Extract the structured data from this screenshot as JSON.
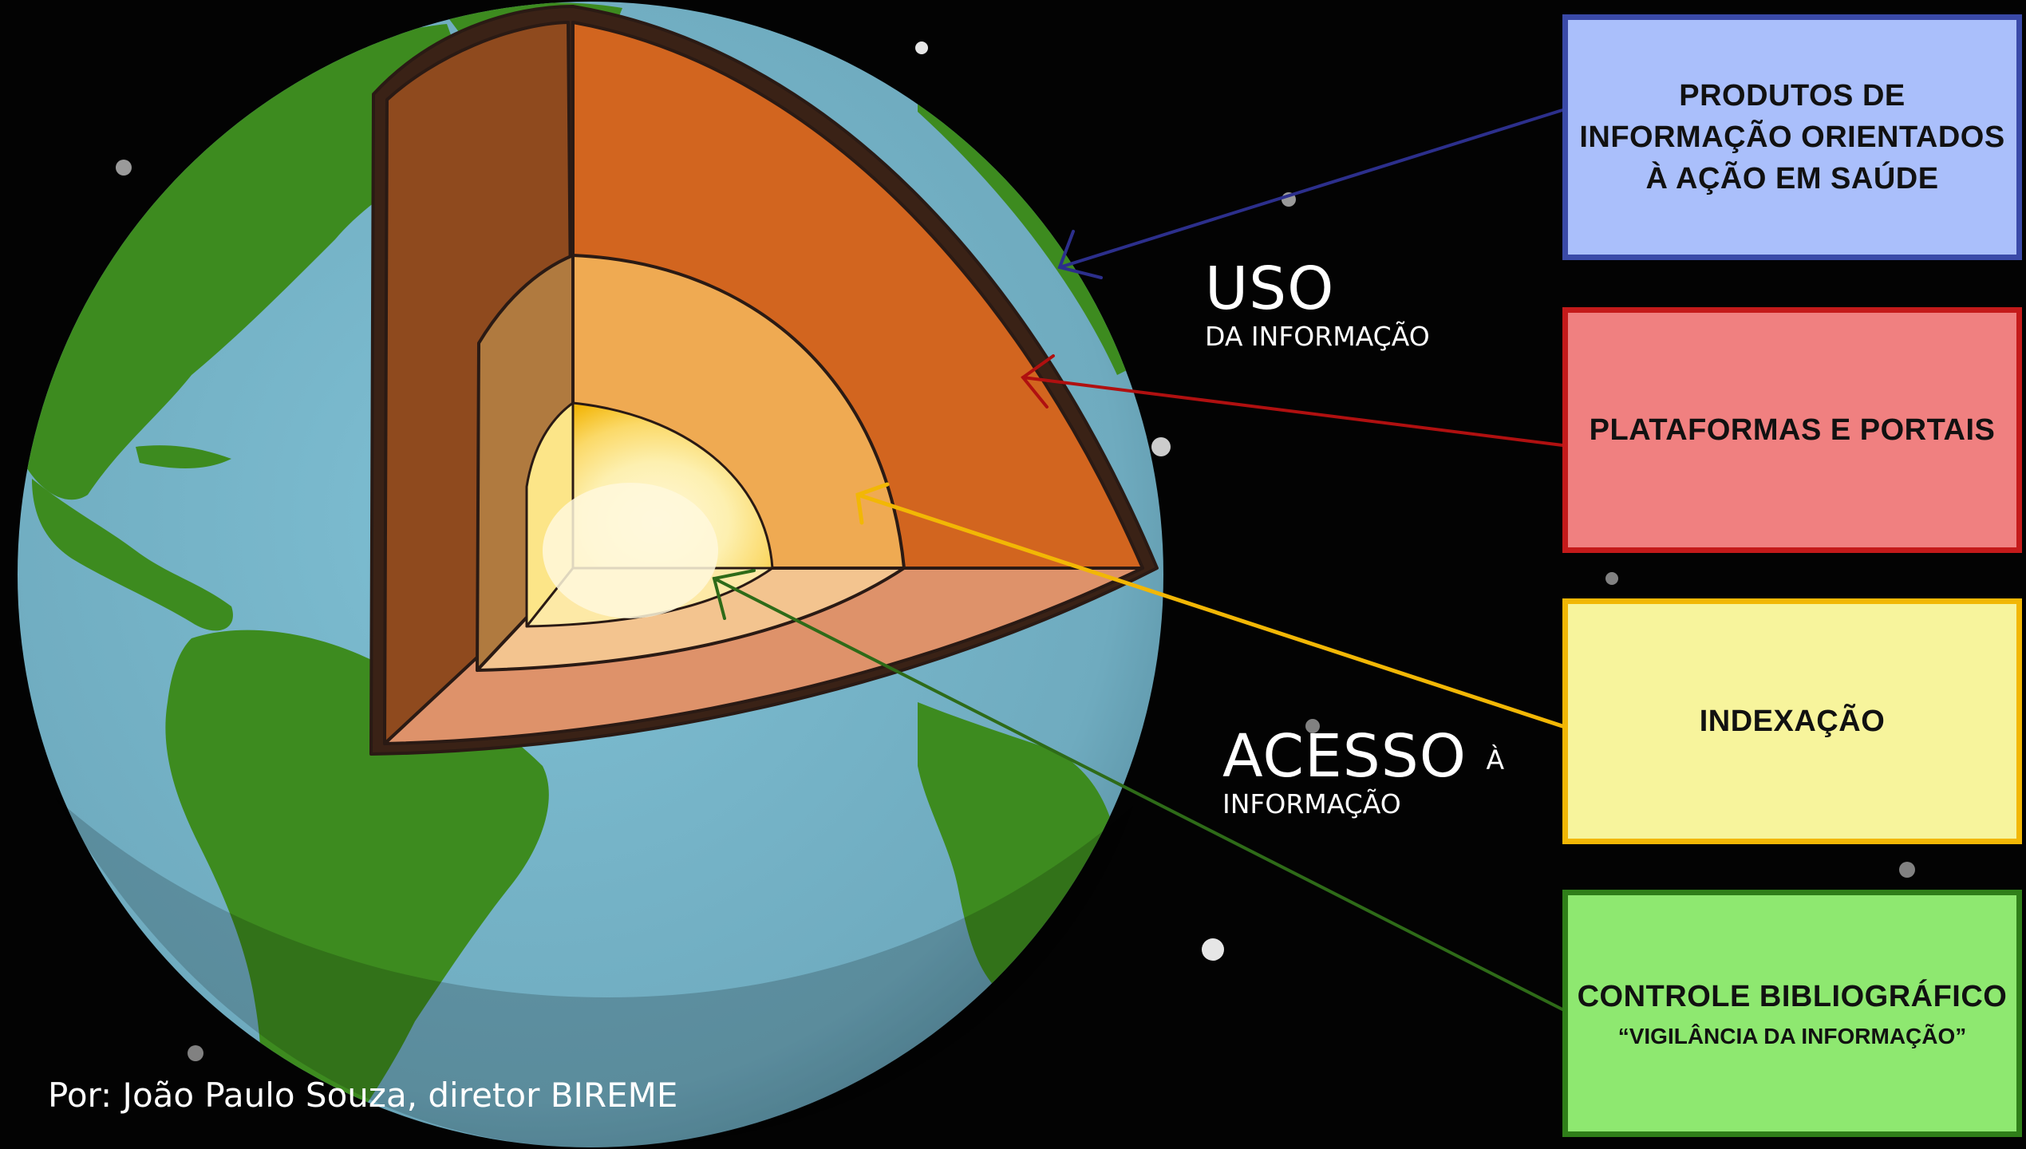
{
  "labels": {
    "uso": {
      "head": "USO",
      "small": "DA INFORMAÇÃO"
    },
    "acesso": {
      "head": "ACESSO",
      "suffix": "À",
      "small": "INFORMAÇÃO"
    }
  },
  "boxes": [
    {
      "lines": [
        "PRODUTOS DE",
        "INFORMAÇÃO ORIENTADOS",
        "À AÇÃO EM SAÚDE"
      ],
      "fill": "#aabffb",
      "border": "#3a4aa8",
      "arrow": "#2c2f8c"
    },
    {
      "lines": [
        "PLATAFORMAS E PORTAIS"
      ],
      "fill": "#f08080",
      "border": "#c41a1a",
      "arrow": "#b01010"
    },
    {
      "lines": [
        "INDEXAÇÃO"
      ],
      "fill": "#f7f49c",
      "border": "#f2b705",
      "arrow": "#f2b705"
    },
    {
      "lines": [
        "CONTROLE BIBLIOGRÁFICO"
      ],
      "sub": "“VIGILÂNCIA DA INFORMAÇÃO”",
      "fill": "#8ee870",
      "border": "#2f7f19",
      "arrow": "#2e6b18"
    }
  ],
  "credit": "Por: João Paulo Souza, diretor BIREME",
  "colors": {
    "ocean": "#74b3c8",
    "land": "#3d8b1f",
    "crust": "#d2651f",
    "mantle": "#efaa52",
    "core": "#f9d24a",
    "core_center": "#fff8dc"
  }
}
